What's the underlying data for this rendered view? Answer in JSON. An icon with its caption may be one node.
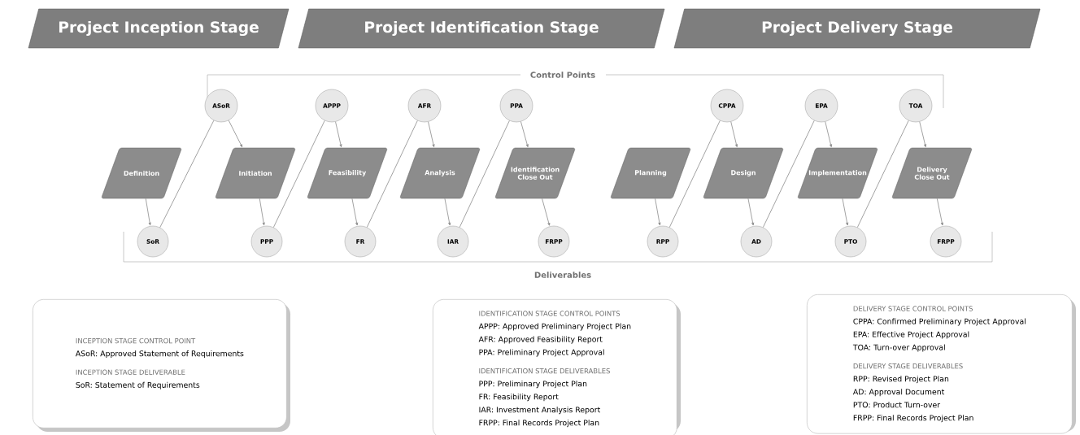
{
  "diagram": {
    "nodes": [
      {
        "text": [
          "Project Inception Stage"
        ]
      },
      {
        "text": [
          "Project Identification Stage"
        ]
      },
      {
        "text": [
          "Project Delivery Stage"
        ]
      },
      {
        "text": [
          "ASoR"
        ]
      },
      {
        "text": [
          "APPP"
        ]
      },
      {
        "text": [
          "AFR"
        ]
      },
      {
        "text": [
          "PPA"
        ]
      },
      {
        "text": [
          "CPPA"
        ]
      },
      {
        "text": [
          "EPA"
        ]
      },
      {
        "text": [
          "TOA"
        ]
      },
      {
        "text": [
          "Definition"
        ]
      },
      {
        "text": [
          "Initiation"
        ]
      },
      {
        "text": [
          "Feasibility"
        ]
      },
      {
        "text": [
          "Analysis"
        ]
      },
      {
        "text": [
          "Identification Close Out"
        ]
      },
      {
        "text": [
          "Planning"
        ]
      },
      {
        "text": [
          "Design"
        ]
      },
      {
        "text": [
          "Implementation"
        ]
      },
      {
        "text": [
          "Delivery Close Out"
        ]
      },
      {
        "text": [
          "SoR"
        ]
      },
      {
        "text": [
          "PPP"
        ]
      },
      {
        "text": [
          "FR"
        ]
      },
      {
        "text": [
          "IAR"
        ]
      },
      {
        "text": [
          "FRPP"
        ]
      },
      {
        "text": [
          "RPP"
        ]
      },
      {
        "text": [
          "AD"
        ]
      },
      {
        "text": [
          "PTO"
        ]
      },
      {
        "text": [
          "FRPP"
        ]
      },
      {
        "text": [
          "INCEPTION STAGE CONTROL POINT",
          "ASoR: Approved Statement of Requirements",
          "INCEPTION STAGE DELIVERABLE",
          "SoR: Statement of Requirements"
        ]
      },
      {
        "text": [
          "IDENTIFICATION STAGE CONTROL POINTS",
          "APPP: Approved Preliminary Project Plan",
          "AFR: Approved Feasibility Report",
          "PPA: Preliminary Project Approval",
          "IDENTIFICATION STAGE DELIVERABLES",
          "PPP: Preliminary Project Plan",
          "FR: Feasibility Report",
          "IAR: Investment Analysis Report",
          "FRPP: Final Records Project Plan"
        ]
      },
      {
        "text": [
          "DELIVERY STAGE CONTROL POINTS",
          "CPPA: Confirmed Preliminary Project Approval",
          "EPA: Effective Project Approval",
          "TOA: Turn-over Approval",
          "DELIVERY STAGE DELIVERABLES",
          "RPP: Revised Project Plan",
          "AD: Approval Document",
          "PTO: Product Turn-over",
          "FRPP: Final Records Project Plan"
        ]
      }
    ],
    "edges": [
      {
        "from": 10,
        "to": 19,
        "arrow": "to"
      },
      {
        "from": 19,
        "to": 3,
        "arrow": "none"
      },
      {
        "from": 3,
        "to": 11,
        "arrow": "to"
      },
      {
        "from": 11,
        "to": 20,
        "arrow": "to"
      },
      {
        "from": 20,
        "to": 4,
        "arrow": "none"
      },
      {
        "from": 4,
        "to": 12,
        "arrow": "to"
      },
      {
        "from": 12,
        "to": 21,
        "arrow": "to"
      },
      {
        "from": 21,
        "to": 5,
        "arrow": "none"
      },
      {
        "from": 5,
        "to": 13,
        "arrow": "to"
      },
      {
        "from": 13,
        "to": 22,
        "arrow": "to"
      },
      {
        "from": 22,
        "to": 6,
        "arrow": "none"
      },
      {
        "from": 6,
        "to": 14,
        "arrow": "to"
      },
      {
        "from": 14,
        "to": 23,
        "arrow": "to"
      },
      {
        "from": 15,
        "to": 24,
        "arrow": "to"
      },
      {
        "from": 24,
        "to": 7,
        "arrow": "none"
      },
      {
        "from": 7,
        "to": 16,
        "arrow": "to"
      },
      {
        "from": 16,
        "to": 25,
        "arrow": "to"
      },
      {
        "from": 25,
        "to": 8,
        "arrow": "none"
      },
      {
        "from": 8,
        "to": 17,
        "arrow": "to"
      },
      {
        "from": 17,
        "to": 26,
        "arrow": "to"
      },
      {
        "from": 26,
        "to": 9,
        "arrow": "none"
      },
      {
        "from": 9,
        "to": 18,
        "arrow": "to"
      },
      {
        "from": 18,
        "to": 27,
        "arrow": "to"
      }
    ],
    "labels": [
      "Control Points",
      "Deliverables"
    ]
  }
}
